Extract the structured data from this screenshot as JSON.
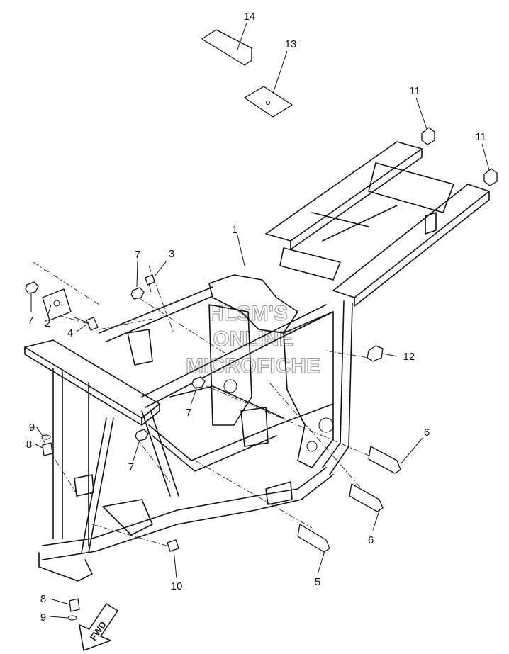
{
  "callouts": [
    {
      "id": "p1",
      "label": "1"
    },
    {
      "id": "p2",
      "label": "2"
    },
    {
      "id": "p3",
      "label": "3"
    },
    {
      "id": "p4",
      "label": "4"
    },
    {
      "id": "p5",
      "label": "5"
    },
    {
      "id": "p6a",
      "label": "6"
    },
    {
      "id": "p6b",
      "label": "6"
    },
    {
      "id": "p7a",
      "label": "7"
    },
    {
      "id": "p7b",
      "label": "7"
    },
    {
      "id": "p7c",
      "label": "7"
    },
    {
      "id": "p7d",
      "label": "7"
    },
    {
      "id": "p8a",
      "label": "8"
    },
    {
      "id": "p8b",
      "label": "8"
    },
    {
      "id": "p9a",
      "label": "9"
    },
    {
      "id": "p9b",
      "label": "9"
    },
    {
      "id": "p10",
      "label": "10"
    },
    {
      "id": "p11a",
      "label": "11"
    },
    {
      "id": "p11b",
      "label": "11"
    },
    {
      "id": "p12",
      "label": "12"
    },
    {
      "id": "p13",
      "label": "13"
    },
    {
      "id": "p14",
      "label": "14"
    }
  ],
  "watermark": [
    "HLSM'S",
    "ONLINE",
    "MICROFICHE"
  ],
  "direction_label": "FWD"
}
